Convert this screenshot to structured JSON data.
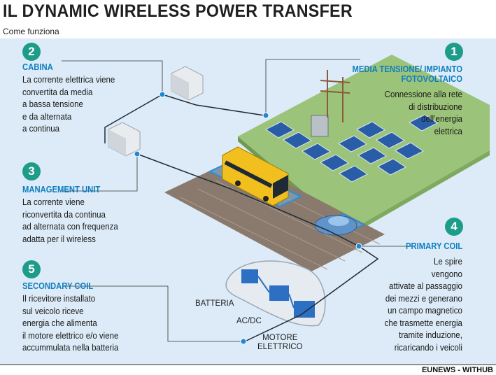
{
  "title": "IL DYNAMIC WIRELESS POWER TRANSFER",
  "subtitle": "Come funziona",
  "credit": "EUNEWS - WITHUB",
  "sections": {
    "s1": {
      "number": "1",
      "title_line1": "MEDIA TENSIONE/ IMPIANTO",
      "title_line2": "FOTOVOLTAICO",
      "text": [
        "Connessione alla rete",
        "di distribuzione",
        "dell’energia",
        "elettrica"
      ]
    },
    "s2": {
      "number": "2",
      "title": "CABINA",
      "text": [
        "La corrente elettrica viene",
        "convertita da media",
        "a bassa tensione",
        "e da alternata",
        "a continua"
      ]
    },
    "s3": {
      "number": "3",
      "title": "MANAGEMENT UNIT",
      "text": [
        "La corrente viene",
        "riconvertita da continua",
        "ad alternata con frequenza",
        "adatta per il wireless"
      ]
    },
    "s4": {
      "number": "4",
      "title": "PRIMARY COIL",
      "text": [
        "Le spire",
        "vengono",
        "attivate al passaggio",
        "dei mezzi e generano",
        "un campo magnetico",
        "che trasmette energia",
        "tramite induzione,",
        "ricaricando i veicoli"
      ]
    },
    "s5": {
      "number": "5",
      "title": "SECONDARY COIL",
      "text": [
        "Il ricevitore installato",
        "sul veicolo riceve",
        "energia che alimenta",
        "il motore elettrico e/o viene",
        "accummulata nella batteria"
      ]
    }
  },
  "car_labels": {
    "battery": "BATTERIA",
    "acdc": "AC/DC",
    "motor_line1": "MOTORE",
    "motor_line2": "ELETTRICO"
  },
  "colors": {
    "accent_teal": "#1e9c8a",
    "title_blue": "#0f7ec0",
    "panel_bg": "#dcebf7",
    "bus_yellow": "#f2c01e",
    "grass_green": "#8fb86a",
    "road_brown": "#8a7a6e"
  }
}
